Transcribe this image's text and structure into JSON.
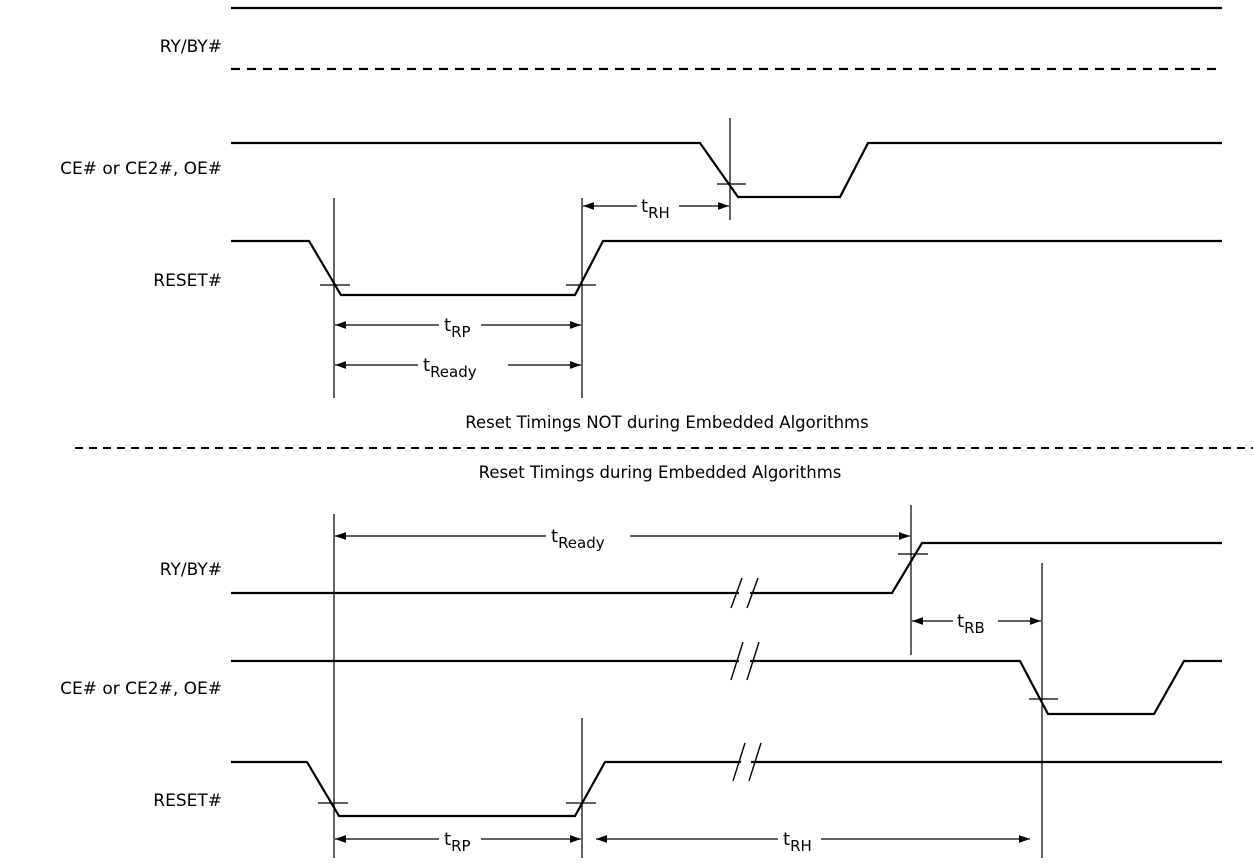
{
  "signal_labels": {
    "top_ryby": "RY/BY#",
    "top_ce": "CE# or CE2#, OE#",
    "top_reset": "RESET#",
    "bottom_ryby": "RY/BY#",
    "bottom_ce": "CE# or CE2#, OE#",
    "bottom_reset": "RESET#"
  },
  "captions": {
    "not_during": "Reset Timings NOT during Embedded Algorithms",
    "during": "Reset Timings during Embedded Algorithms"
  },
  "timings": {
    "top_trh": {
      "t": "t",
      "sub": "RH"
    },
    "top_trp": {
      "t": "t",
      "sub": "RP"
    },
    "top_tready": {
      "t": "t",
      "sub": "Ready"
    },
    "bottom_tready": {
      "t": "t",
      "sub": "Ready"
    },
    "bottom_trb": {
      "t": "t",
      "sub": "RB"
    },
    "bottom_trp": {
      "t": "t",
      "sub": "RP"
    },
    "bottom_trh": {
      "t": "t",
      "sub": "RH"
    }
  }
}
